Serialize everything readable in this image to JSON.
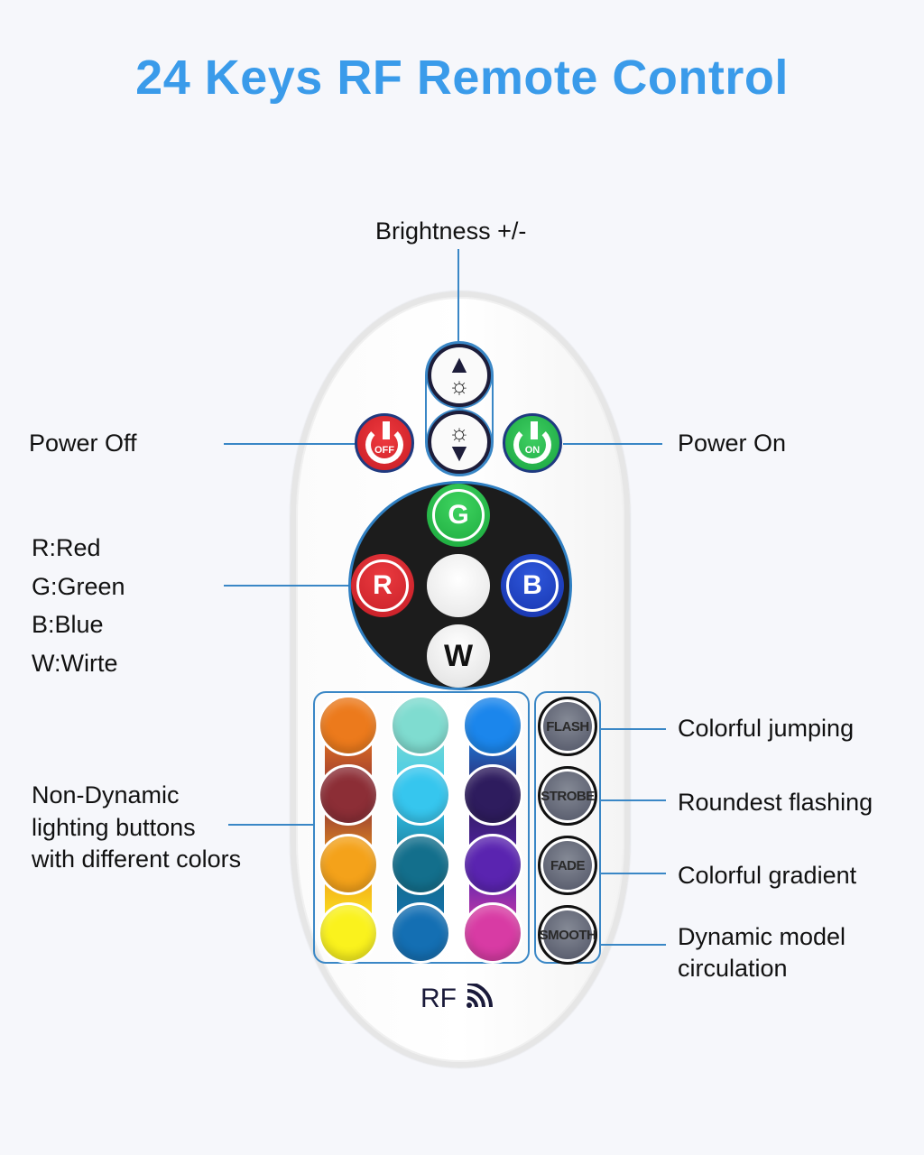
{
  "title": "24 Keys RF Remote Control",
  "colors": {
    "title": "#3a9bea",
    "callout_line": "#3a87c6",
    "label_text": "#111111",
    "background": "#f6f7fb"
  },
  "labels": {
    "brightness": "Brightness +/-",
    "power_off": "Power Off",
    "power_on": "Power On",
    "rgbw": [
      "R:Red",
      "G:Green",
      "B:Blue",
      "W:Wirte"
    ],
    "non_dynamic": [
      "Non-Dynamic",
      "lighting buttons",
      "with different colors"
    ],
    "colorful_jumping": "Colorful jumping",
    "roundest_flashing": "Roundest flashing",
    "colorful_gradient": "Colorful gradient",
    "dynamic_model": [
      "Dynamic model",
      "circulation"
    ]
  },
  "remote": {
    "power_off": {
      "text": "OFF",
      "color": "#d8232a",
      "icon": "power-icon"
    },
    "power_on": {
      "text": "ON",
      "color": "#1fb04a",
      "icon": "power-icon"
    },
    "brightness_up": {
      "icon": "sun-icon",
      "arrow": "▲",
      "glyph": "☼"
    },
    "brightness_down": {
      "icon": "sun-icon",
      "arrow": "▼",
      "glyph": "☼"
    },
    "rgbw_buttons": [
      {
        "key": "G",
        "color": "#1fb13f"
      },
      {
        "key": "R",
        "color": "#d3202a"
      },
      {
        "key": "",
        "color": "#ffffff"
      },
      {
        "key": "B",
        "color": "#1a3fc2"
      },
      {
        "key": "W",
        "color": "#f7f7f7"
      }
    ],
    "color_columns": [
      [
        "#ec7a1c",
        "#8c2e36",
        "#f4a21a",
        "#faf21d"
      ],
      [
        "#7fdcd0",
        "#36c6ee",
        "#136f8c",
        "#146fb3"
      ],
      [
        "#1b86ec",
        "#2e1c5e",
        "#5a24b0",
        "#d83ba4"
      ]
    ],
    "strip_colors": [
      "#e37b1e",
      "#6fd9cc",
      "#2a6cd8"
    ],
    "mode_buttons": [
      "FLASH",
      "STROBE",
      "FADE",
      "SMOOTH"
    ],
    "rf_label": "RF",
    "rf_icon": "wifi-signal-icon"
  }
}
